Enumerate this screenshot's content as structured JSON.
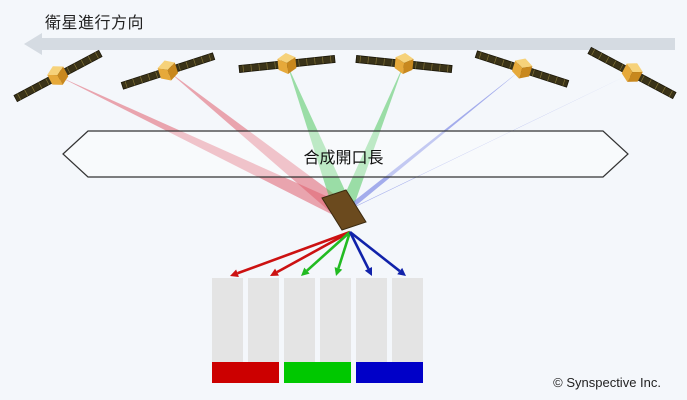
{
  "labels": {
    "direction": "衛星進行方向",
    "aperture": "合成開口長",
    "copyright": "© Synspective Inc."
  },
  "colors": {
    "red": "#e06070",
    "green": "#50c860",
    "blue": "#6070e0",
    "bar_red": "#cc0000",
    "bar_green": "#00c800",
    "bar_blue": "#0000c8",
    "arrow_red": "#cc1111",
    "arrow_green": "#22bb22",
    "arrow_blue": "#1122aa"
  },
  "satellites": [
    {
      "beam": "red"
    },
    {
      "beam": "red"
    },
    {
      "beam": "green"
    },
    {
      "beam": "green"
    },
    {
      "beam": "blue"
    },
    {
      "beam": "blue"
    }
  ],
  "channels": [
    "red",
    "red",
    "green",
    "green",
    "blue",
    "blue"
  ]
}
